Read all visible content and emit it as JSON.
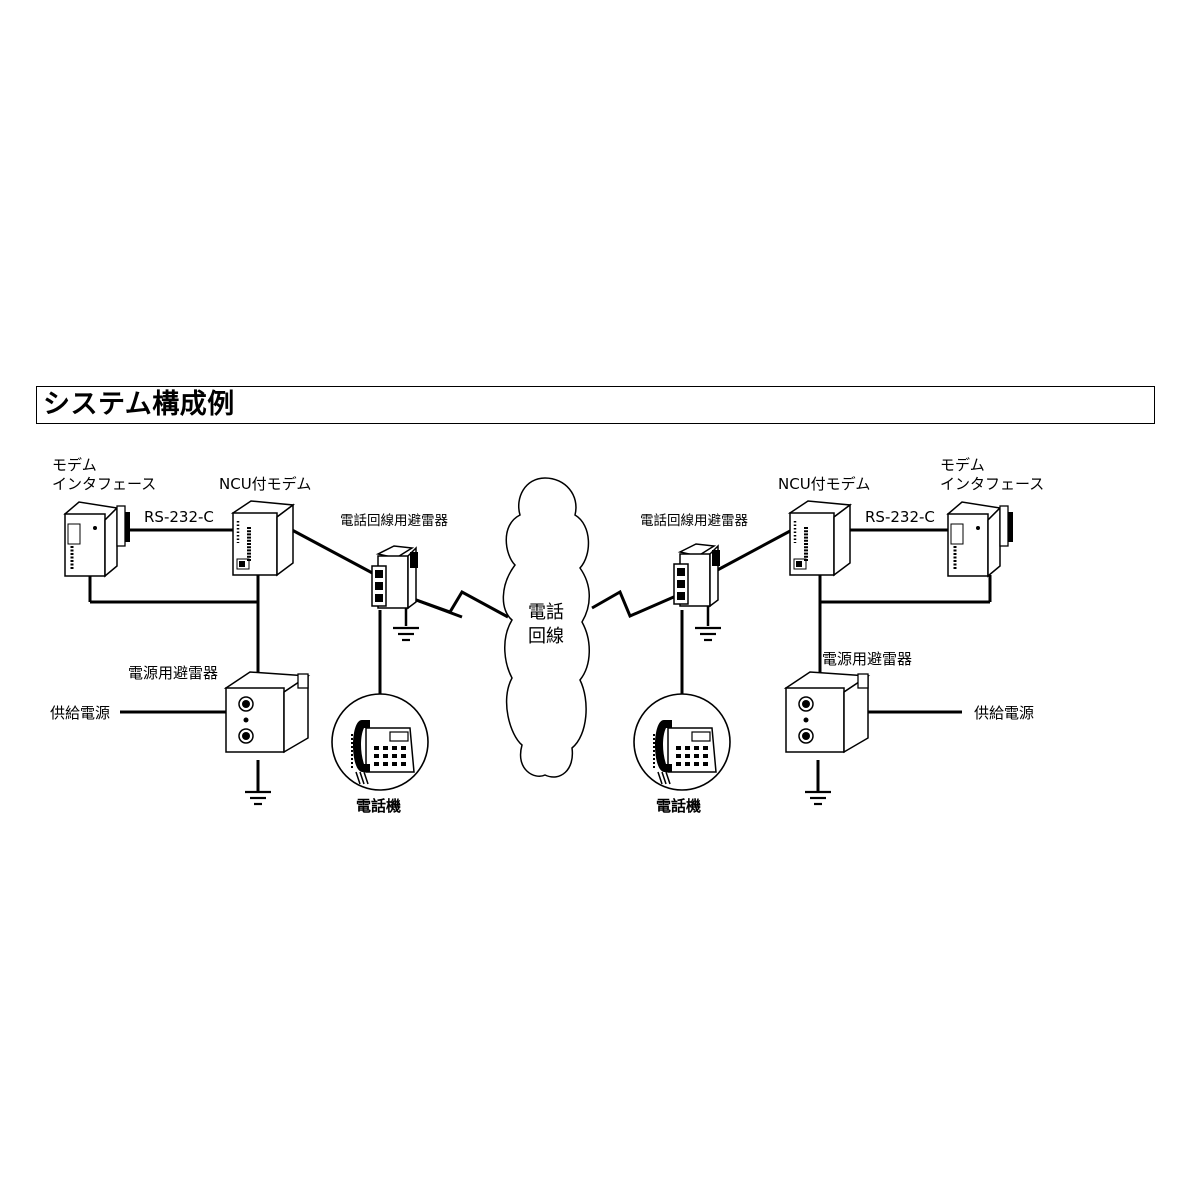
{
  "title": "システム構成例",
  "left": {
    "modem_interface_line1": "モデム",
    "modem_interface_line2": "インタフェース",
    "ncu_modem": "NCU付モデム",
    "rs232c": "RS-232-C",
    "line_arrester": "電話回線用避雷器",
    "power_arrester": "電源用避雷器",
    "power_supply": "供給電源",
    "telephone": "電話機"
  },
  "cloud": {
    "line1": "電話",
    "line2": "回線"
  },
  "right": {
    "modem_interface_line1": "モデム",
    "modem_interface_line2": "インタフェース",
    "ncu_modem": "NCU付モデム",
    "rs232c": "RS-232-C",
    "line_arrester": "電話回線用避雷器",
    "power_arrester": "電源用避雷器",
    "power_supply": "供給電源",
    "telephone": "電話機"
  },
  "colors": {
    "line": "#000000",
    "background": "#ffffff"
  }
}
